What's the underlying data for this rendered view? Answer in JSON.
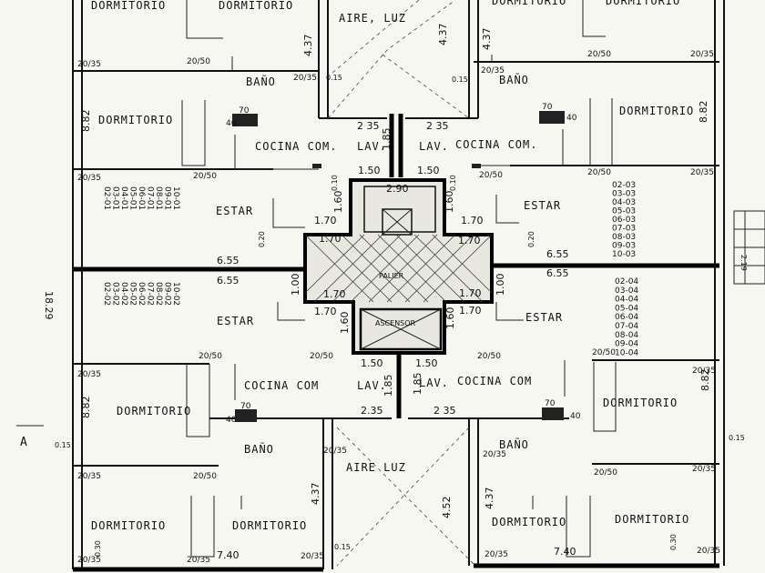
{
  "rooms": {
    "dormitorio": "DORMITORIO",
    "bano": "BAÑO",
    "cocina": "COCINA COM.",
    "cocina_short": "COCINA COM",
    "lav": "LAV.",
    "estar": "ESTAR",
    "aire_luz_top": "AIRE, LUZ",
    "aire_luz_bottom": "AIRE LUZ",
    "palier": "PALIER",
    "ascensor": "ASCENSOR"
  },
  "units": {
    "left_top": [
      "02-01",
      "03-01",
      "04-01",
      "05-01",
      "06-01",
      "07-01",
      "08-01",
      "09-01",
      "10-01"
    ],
    "left_bottom": [
      "02-02",
      "03-02",
      "04-02",
      "05-02",
      "06-02",
      "07-02",
      "08-02",
      "09-02",
      "10-02"
    ],
    "right_top": [
      "02-03",
      "03-03",
      "04-03",
      "05-03",
      "06-03",
      "07-03",
      "08-03",
      "09-03",
      "10-03"
    ],
    "right_bottom": [
      "02-04",
      "03-04",
      "04-04",
      "05-04",
      "06-04",
      "07-04",
      "08-04",
      "09-04",
      "10-04"
    ]
  },
  "dimensions": {
    "d437": "4.37",
    "d882": "8.82",
    "d655": "6.55",
    "d740": "7.40",
    "d1829": "18.29",
    "d235": "2.35",
    "d2_35": "2 35",
    "d185": "1.85",
    "d150": "1.50",
    "d170": "1.70",
    "d160": "1.60",
    "d100": "1.00",
    "d290": "2.90",
    "d452": "4.52",
    "d015": "0.15",
    "d020": "0.20",
    "d010": "0.10",
    "d030": "0.30",
    "d2035": "20/35",
    "d2050": "20/50",
    "d40": "40",
    "d70": "70",
    "d219": "2.19"
  },
  "section_marker": "A"
}
